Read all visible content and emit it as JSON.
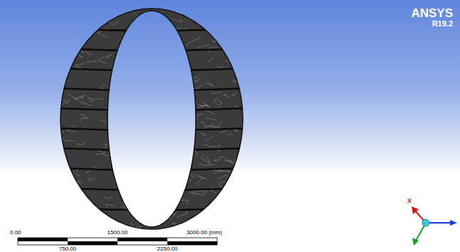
{
  "diagram": {
    "labels": [
      "ANSYS",
      "R19.2",
      "0.00",
      "1500.00",
      "3000.00 (mm)",
      "750.00",
      "2250.00",
      "X"
    ]
  }
}
